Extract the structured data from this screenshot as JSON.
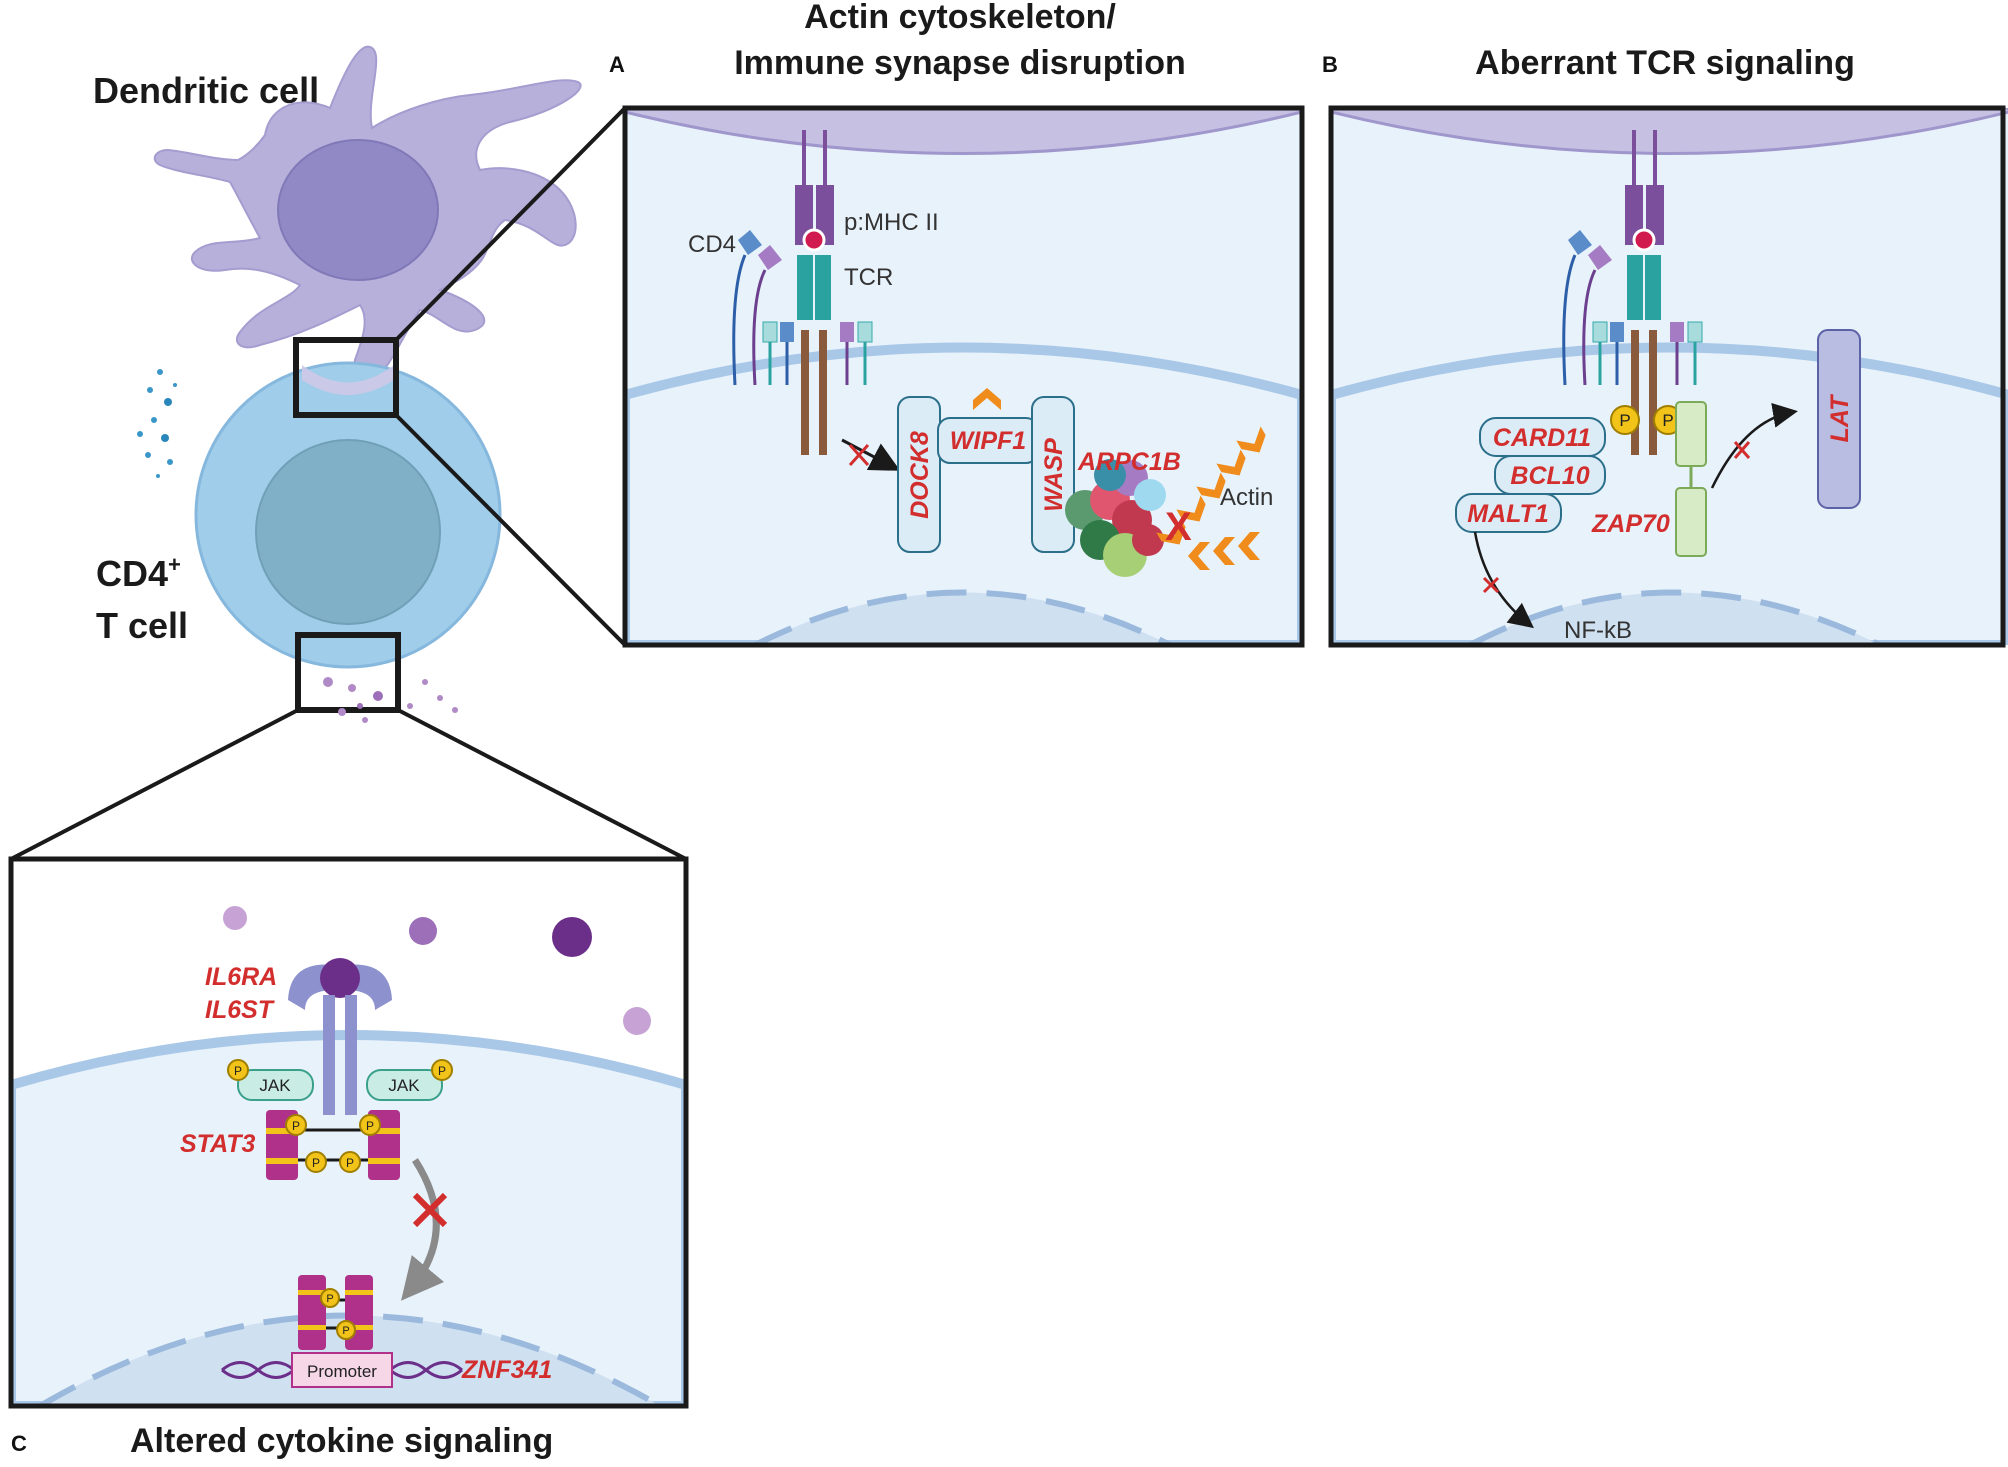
{
  "cells": {
    "dendritic": "Dendritic cell",
    "t_cell_line1": "CD4",
    "t_cell_sup": "+",
    "t_cell_line2": "T cell"
  },
  "panel_a": {
    "letter": "A",
    "title_line1": "Actin cytoskeleton/",
    "title_line2": "Immune synapse disruption",
    "labels": {
      "cd4": "CD4",
      "pmhc": "p:MHC II",
      "tcr": "TCR",
      "actin": "Actin"
    },
    "genes": {
      "dock8": "DOCK8",
      "wipf1": "WIPF1",
      "wasp": "WASP",
      "arpc1b": "ARPC1B"
    }
  },
  "panel_b": {
    "letter": "B",
    "title": "Aberrant TCR signaling",
    "labels": {
      "nfkb": "NF-kB",
      "p": "P"
    },
    "genes": {
      "card11": "CARD11",
      "bcl10": "BCL10",
      "malt1": "MALT1",
      "zap70": "ZAP70",
      "lat": "LAT"
    }
  },
  "panel_c": {
    "letter": "C",
    "title": "Altered cytokine signaling",
    "labels": {
      "jak": "JAK",
      "p": "P",
      "promoter": "Promoter"
    },
    "genes": {
      "il6ra": "IL6RA",
      "il6st": "IL6ST",
      "stat3": "STAT3",
      "znf341": "ZNF341"
    }
  },
  "colors": {
    "dendritic_body": "#b7b0db",
    "dendritic_nucleus": "#9189c6",
    "t_cell_body": "#9fcdea",
    "t_cell_nucleus": "#7fb0c7",
    "gene_label": "#d22e2e",
    "actin_arrow": "#f08c1c",
    "membrane_purple": "#c6c0e3",
    "membrane_blue": "#a9c8e8",
    "cytoplasm": "#e8f2fb"
  },
  "icons": [
    "inhibition-cross",
    "phosphate",
    "arrow"
  ]
}
